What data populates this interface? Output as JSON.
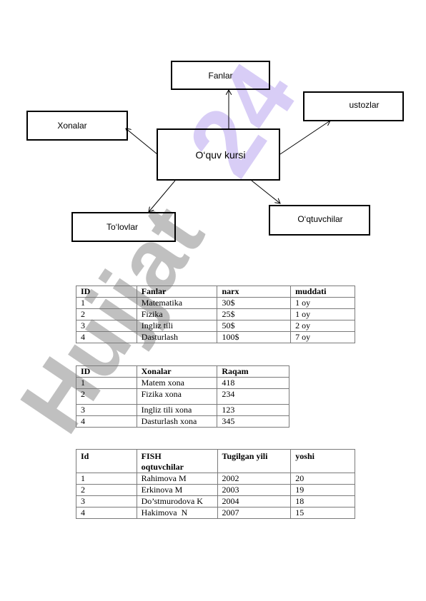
{
  "watermark": {
    "text1": "Hujjat",
    "text2": "24",
    "color1": "#c0c0c0",
    "color2": "#d8cdf6"
  },
  "diagram": {
    "center": "O‘quv kursi",
    "fanlar": "Fanlar",
    "ustozlar": "ustozlar",
    "xonalar": "Xonalar",
    "tolovlar": "To‘lovlar",
    "oqtuvchilar": "O‘qtuvchilar"
  },
  "table1": {
    "headers": [
      "ID",
      "Fanlar",
      "narx",
      "muddati"
    ],
    "rows": [
      [
        "1",
        "Matematika",
        "30$",
        "1 oy"
      ],
      [
        "2",
        "Fizika",
        "25$",
        "1 oy"
      ],
      [
        "3",
        "Ingliz tili",
        "50$",
        "2 oy"
      ],
      [
        "4",
        "Dasturlash",
        "100$",
        "7 oy"
      ]
    ]
  },
  "table2": {
    "headers": [
      "ID",
      "Xonalar",
      "Raqam"
    ],
    "rows": [
      [
        "1",
        "Matem xona",
        "418"
      ],
      [
        "2",
        "Fizika xona",
        "234"
      ],
      [
        "3",
        "Ingliz tili xona",
        "123"
      ],
      [
        "4",
        "Dasturlash xona",
        "345"
      ]
    ]
  },
  "table3": {
    "headers": [
      "Id",
      "FISH oqtuvchilar",
      "Tugilgan yili",
      "yoshi"
    ],
    "rows": [
      [
        "1",
        "Rahimova M",
        "2002",
        "20"
      ],
      [
        "2",
        "Erkinova M",
        "2003",
        "19"
      ],
      [
        "3",
        "Do’stmurodova K",
        "2004",
        "18"
      ],
      [
        "4",
        "Hakimova  N",
        "2007",
        "15"
      ]
    ]
  }
}
